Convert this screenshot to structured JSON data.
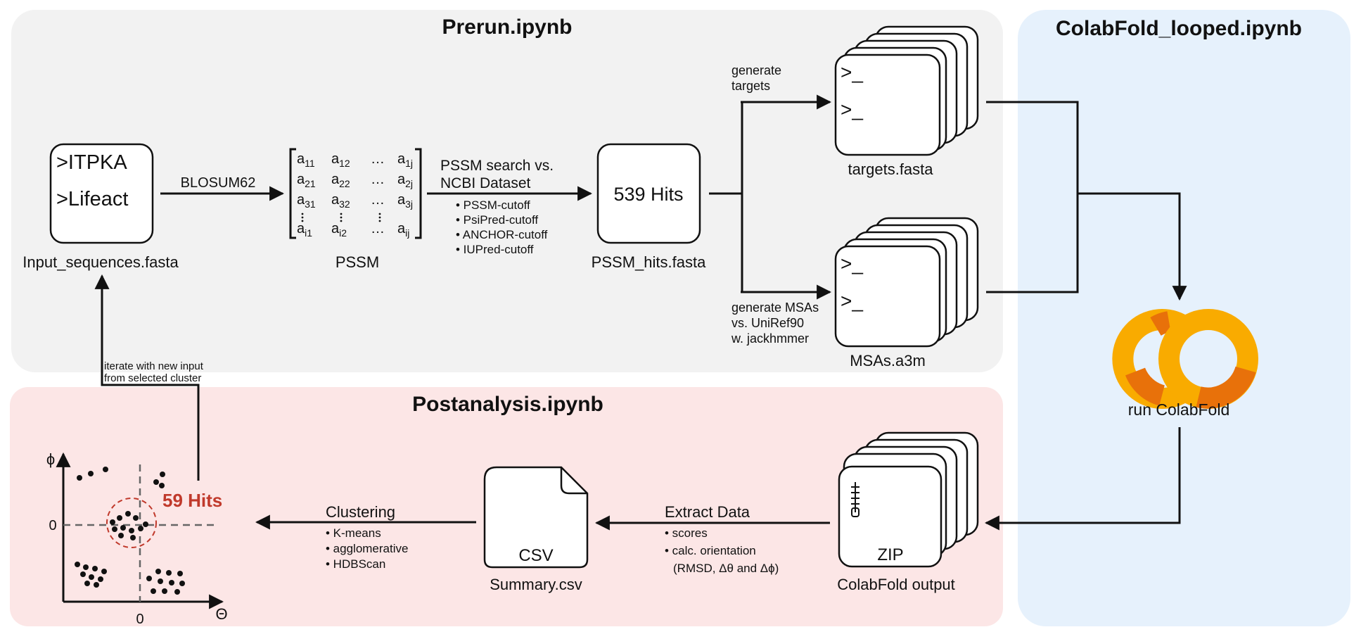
{
  "panels": {
    "prerun": "Prerun.ipynb",
    "colabfold": "ColabFold_looped.ipynb",
    "postanalysis": "Postanalysis.ipynb"
  },
  "input": {
    "seq1": ">ITPKA",
    "seq2": ">Lifeact",
    "file": "Input_sequences.fasta"
  },
  "blosum": "BLOSUM62",
  "pssm": {
    "label": "PSSM",
    "rows": [
      [
        "a11",
        "a12",
        "...",
        "a1j"
      ],
      [
        "a21",
        "a22",
        "...",
        "a2j"
      ],
      [
        "a31",
        "a32",
        "...",
        "a3j"
      ],
      [
        "ai1",
        "ai2",
        "...",
        "aij"
      ]
    ]
  },
  "search": {
    "line1": "PSSM search vs.",
    "line2": "NCBI Dataset",
    "bullets": [
      "• PSSM-cutoff",
      "• PsiPred-cutoff",
      "• ANCHOR-cutoff",
      "• IUPred-cutoff"
    ]
  },
  "hits": {
    "box": "539 Hits",
    "file": "PSSM_hits.fasta"
  },
  "targets": {
    "note1": "generate",
    "note2": "targets",
    "file": "targets.fasta",
    "prompt": ">_"
  },
  "msas": {
    "note1": "generate MSAs",
    "note2": "vs. UniRef90",
    "note3": "w. jackhmmer",
    "file": "MSAs.a3m",
    "prompt": ">_"
  },
  "colab": {
    "label": "run ColabFold",
    "colors": {
      "dark": "#e8710a",
      "light": "#f9ab00"
    }
  },
  "output": {
    "zip": "ZIP",
    "file": "ColabFold output"
  },
  "extract": {
    "title": "Extract Data",
    "b1": "• scores",
    "b2": "• calc. orientation",
    "b3": "(RMSD, Δθ and Δϕ)"
  },
  "summary": {
    "doc": "CSV",
    "file": "Summary.csv"
  },
  "clustering": {
    "title": "Clustering",
    "bullets": [
      "• K-means",
      "• agglomerative",
      "• HDBScan"
    ]
  },
  "scatter": {
    "phi": "ϕ",
    "theta": "Θ",
    "zero_y": "0",
    "zero_x": "0",
    "hits": "59 Hits"
  },
  "iterate": {
    "line1": "iterate with new input",
    "line2": "from selected cluster"
  },
  "colors": {
    "gray_panel": "#f2f2f2",
    "blue_panel": "#e6f1fc",
    "pink_panel": "#fce6e6",
    "accent_red": "#c0392b"
  }
}
